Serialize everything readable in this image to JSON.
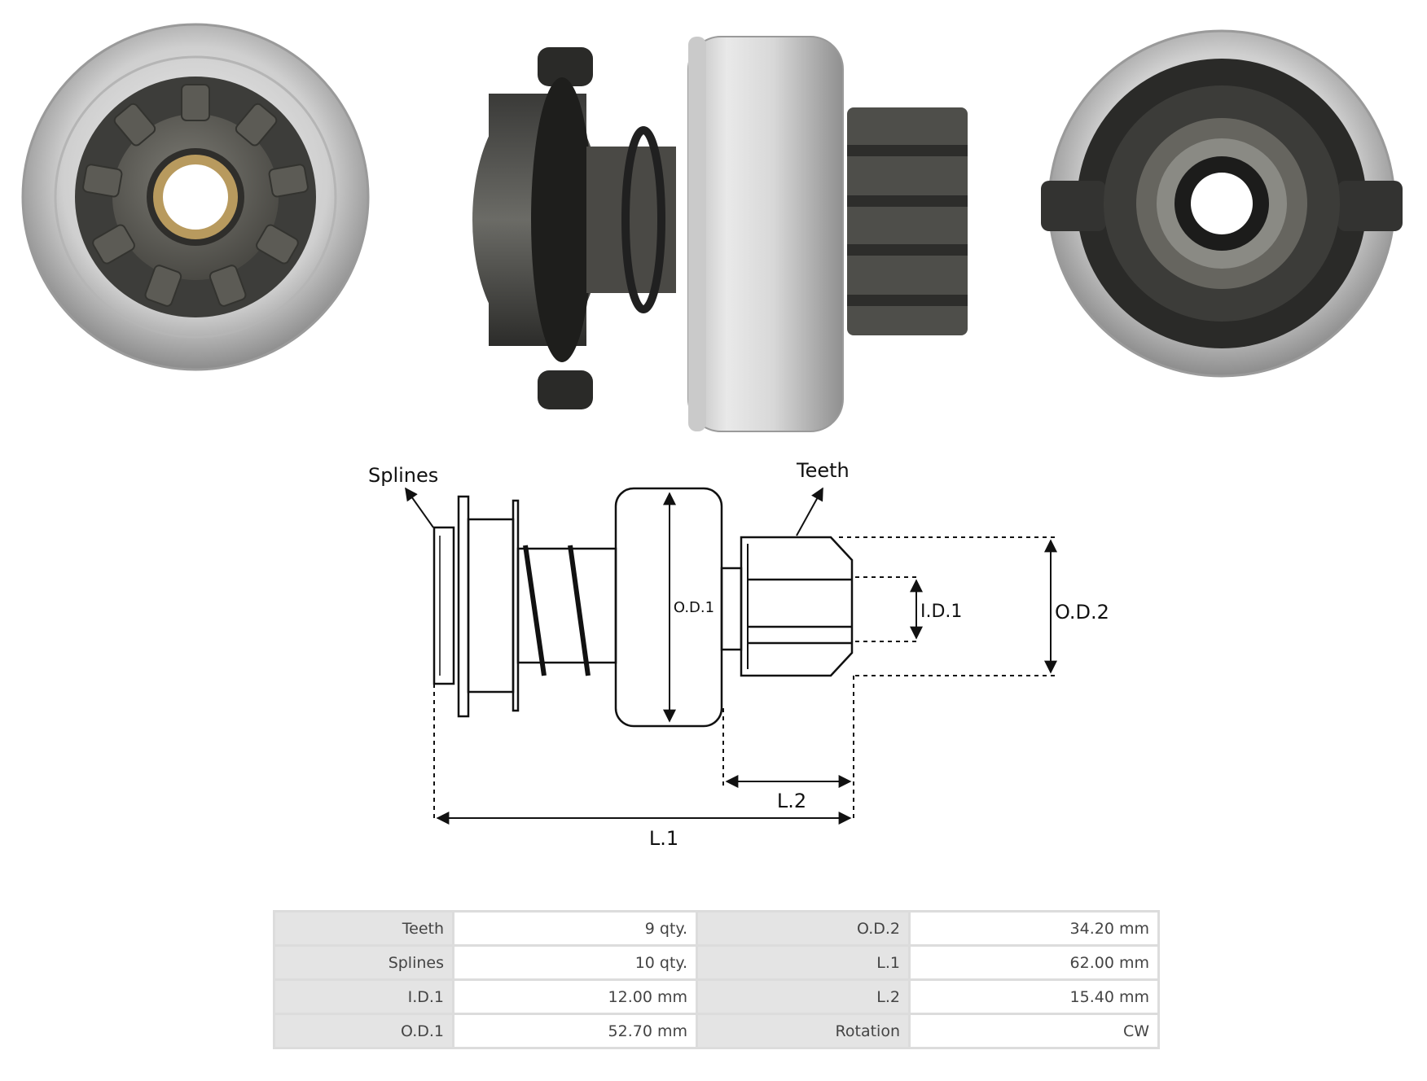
{
  "diagram": {
    "callouts": {
      "splines": "Splines",
      "teeth": "Teeth"
    },
    "dimensions": {
      "od1": "O.D.1",
      "id1": "I.D.1",
      "od2": "O.D.2",
      "l1": "L.1",
      "l2": "L.2"
    }
  },
  "specs": [
    {
      "label": "Teeth",
      "value": "9 qty.",
      "label2": "O.D.2",
      "value2": "34.20 mm"
    },
    {
      "label": "Splines",
      "value": "10 qty.",
      "label2": "L.1",
      "value2": "62.00 mm"
    },
    {
      "label": "I.D.1",
      "value": "12.00 mm",
      "label2": "L.2",
      "value2": "15.40 mm"
    },
    {
      "label": "O.D.1",
      "value": "52.70 mm",
      "label2": "Rotation",
      "value2": "CW"
    }
  ]
}
